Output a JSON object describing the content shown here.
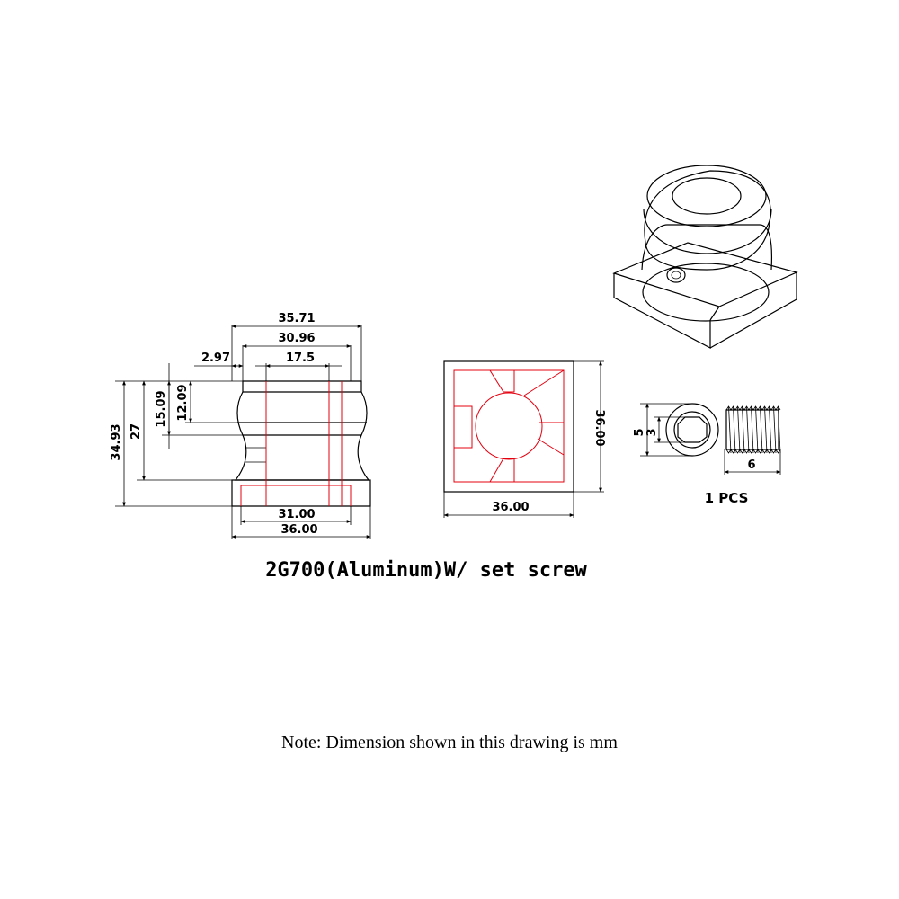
{
  "dimensions": {
    "front_view": {
      "top_outer_width": "35.71",
      "top_inner_width": "30.96",
      "lip_offset": "2.97",
      "bore_width": "17.5",
      "total_height": "34.93",
      "body_height": "27",
      "upper_height": "15.09",
      "lip_height": "12.09",
      "base_inner_width": "31.00",
      "base_outer_width": "36.00"
    },
    "top_view": {
      "width": "36.00",
      "height": "36.00"
    },
    "set_screw": {
      "outer_diameter": "5",
      "hex_size": "3",
      "length": "6",
      "quantity": "1 PCS"
    }
  },
  "title": "2G700(Aluminum)W/ set screw",
  "note": "Note: Dimension shown in this drawing is mm",
  "colors": {
    "outline": "#000000",
    "hidden_lines": "#e3000f"
  }
}
